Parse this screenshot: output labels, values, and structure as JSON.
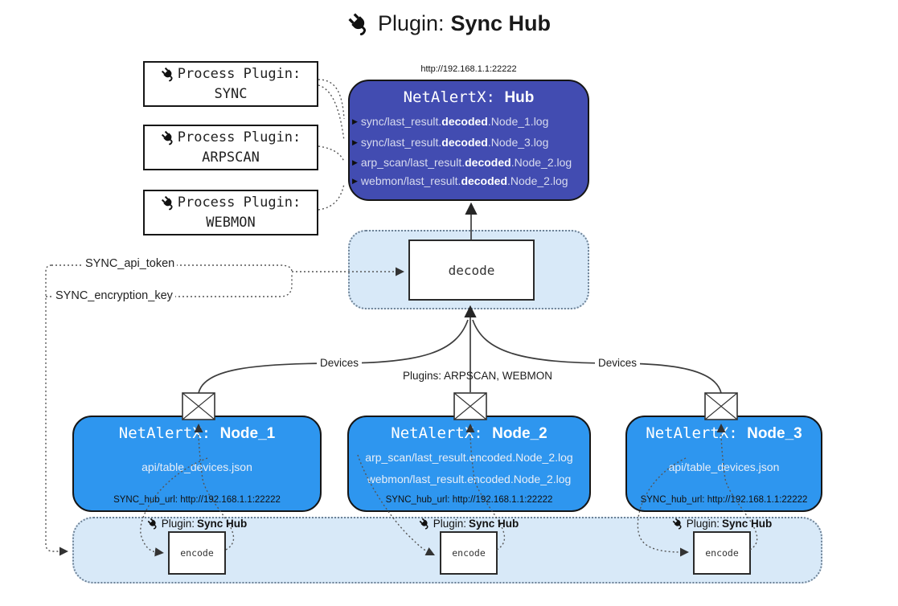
{
  "title": {
    "prefix": "Plugin:",
    "bold": "Sync Hub"
  },
  "hub": {
    "url": "http://192.168.1.1:22222",
    "name_prefix": "NetAlertX:",
    "name_bold": "Hub",
    "arrow_glyph": "▶",
    "logs": [
      {
        "pre": "sync/last_result.",
        "bold": "decoded",
        "post": ".Node_1.log"
      },
      {
        "pre": "sync/last_result.",
        "bold": "decoded",
        "post": ".Node_3.log"
      },
      {
        "pre": "arp_scan/last_result.",
        "bold": "decoded",
        "post": ".Node_2.log"
      },
      {
        "pre": "webmon/last_result.",
        "bold": "decoded",
        "post": ".Node_2.log"
      }
    ]
  },
  "process_plugins": [
    {
      "label": "Process Plugin:",
      "name": "SYNC"
    },
    {
      "label": "Process Plugin:",
      "name": "ARPSCAN"
    },
    {
      "label": "Process Plugin:",
      "name": "WEBMON"
    }
  ],
  "decode": {
    "label": "decode"
  },
  "encode": {
    "label": "encode",
    "plugin_prefix": "Plugin:",
    "plugin_bold": "Sync Hub"
  },
  "keys": {
    "api_token": "SYNC_api_token",
    "encryption_key": "SYNC_encryption_key"
  },
  "edge_labels": {
    "devices_left": "Devices",
    "plugins_middle": "Plugins: ARPSCAN, WEBMON",
    "devices_right": "Devices"
  },
  "nodes": [
    {
      "name_prefix": "NetAlertX:",
      "name_bold": "Node_1",
      "files": [
        "api/table_devices.json"
      ],
      "hub_url": "SYNC_hub_url: http://192.168.1.1:22222"
    },
    {
      "name_prefix": "NetAlertX:",
      "name_bold": "Node_2",
      "files": [
        "arp_scan/last_result.encoded.Node_2.log",
        "webmon/last_result.encoded.Node_2.log"
      ],
      "hub_url": "SYNC_hub_url: http://192.168.1.1:22222"
    },
    {
      "name_prefix": "NetAlertX:",
      "name_bold": "Node_3",
      "files": [
        "api/table_devices.json"
      ],
      "hub_url": "SYNC_hub_url: http://192.168.1.1:22222"
    }
  ],
  "colors": {
    "hub_bg": "#424CB1",
    "node_bg": "#2E96EF",
    "panel_bg": "#D8E9F8",
    "panel_border": "#6E8296",
    "solid_line": "#3D3D3D",
    "dotted_line": "#555555"
  }
}
